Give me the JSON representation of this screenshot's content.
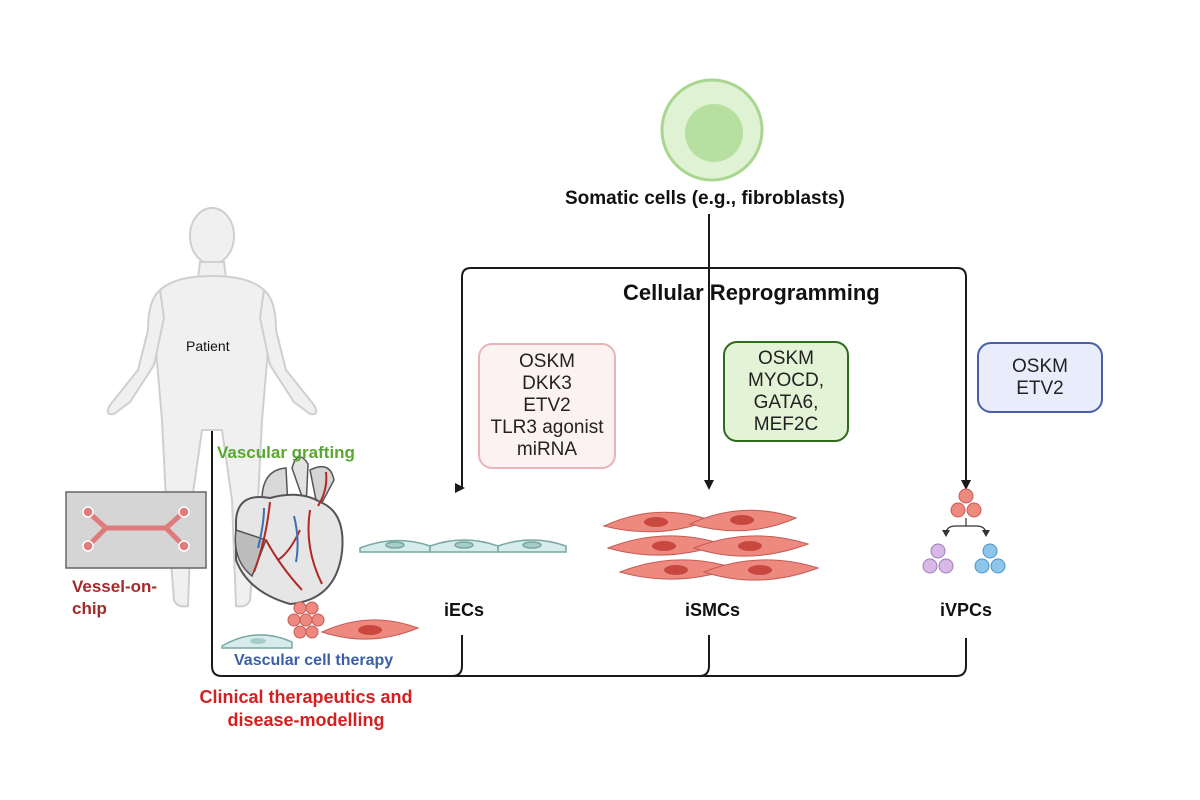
{
  "source": {
    "label": "Somatic cells (e.g., fibroblasts)"
  },
  "process": {
    "label": "Cellular Reprogramming"
  },
  "factors": {
    "iecs": [
      "OSKM",
      "DKK3",
      "ETV2",
      "TLR3 agonist",
      "miRNA"
    ],
    "ismcs": [
      "OSKM",
      "MYOCD,",
      "GATA6,",
      "MEF2C"
    ],
    "ivpcs": [
      "OSKM",
      "ETV2"
    ]
  },
  "cell_types": {
    "iecs": "iECs",
    "ismcs": "iSMCs",
    "ivpcs": "iVPCs"
  },
  "patient": {
    "label": "Patient"
  },
  "applications": {
    "grafting": "Vascular grafting",
    "vessel_on_chip": [
      "Vessel-on-",
      "chip"
    ],
    "cell_therapy": "Vascular cell therapy",
    "clinical": [
      "Clinical therapeutics and",
      "disease-modelling"
    ]
  },
  "colors": {
    "ecs_box_border": "#e8b4b8",
    "ecs_box_fill": "#fdf2f2",
    "smcs_box_border": "#2f6b1f",
    "smcs_box_fill": "#e3f3d6",
    "vpcs_box_border": "#4a5ea8",
    "vpcs_box_fill": "#e9edfb",
    "grafting": "#5aa832",
    "vessel_on_chip": "#a42a2a",
    "cell_therapy": "#3a5fa8",
    "clinical": "#d42020"
  }
}
